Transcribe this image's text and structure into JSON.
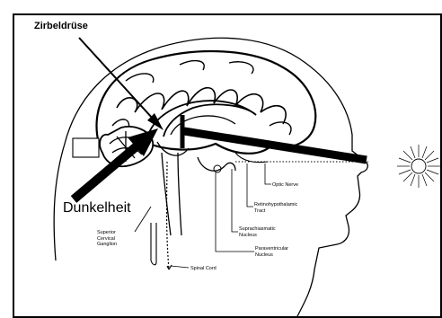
{
  "labels": {
    "pineal": "Zirbeldrüse",
    "darkness": "Dunkelheit",
    "optic_nerve": "Optic Nerve",
    "retinohypothalamic": "Retinohypothalamic\nTract",
    "suprachiasmatic": "Suprachiasmatic\nNucleus",
    "paraventricular": "Paraventricular\nNucleus",
    "ganglion": "Superior\nCervical\nGanglion",
    "spinal_cord": "Spinal Cord"
  },
  "colors": {
    "line": "#000000",
    "background": "#ffffff"
  }
}
